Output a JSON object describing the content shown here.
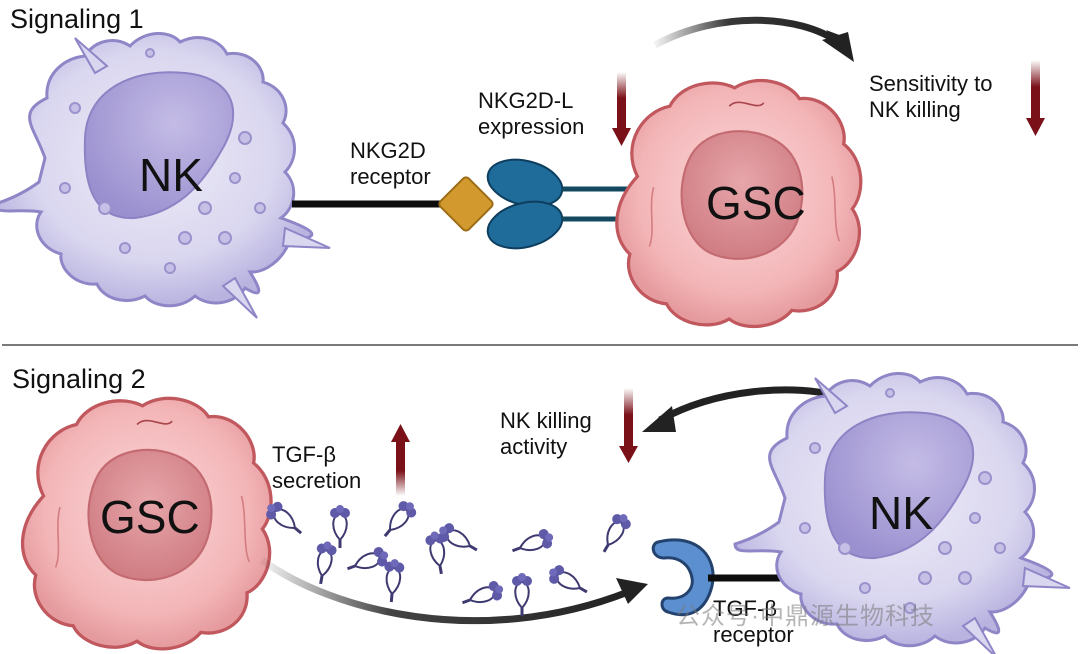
{
  "panels": [
    {
      "title": "Signaling 1",
      "cells": {
        "left": "NK",
        "right": "GSC"
      },
      "labels": {
        "receptor": "NKG2D receptor",
        "ligand": "NKG2D-L expression",
        "outcome": "Sensitivity to NK killing"
      },
      "trends": {
        "ligand": "down",
        "outcome": "down"
      }
    },
    {
      "title": "Signaling 2",
      "cells": {
        "left": "GSC",
        "right": "NK"
      },
      "labels": {
        "secretion": "TGF-β secretion",
        "activity": "NK killing activity",
        "receptor": "TGF-β receptor"
      },
      "trends": {
        "secretion": "up",
        "activity": "down"
      }
    }
  ],
  "text": {
    "p1_receptor_l1": "NKG2D",
    "p1_receptor_l2": "receptor",
    "p1_ligand_l1": "NKG2D-L",
    "p1_ligand_l2": "expression",
    "p1_outcome_l1": "Sensitivity to",
    "p1_outcome_l2": "NK killing",
    "p2_secretion_l1": "TGF-β",
    "p2_secretion_l2": "secretion",
    "p2_activity_l1": "NK killing",
    "p2_activity_l2": "activity",
    "p2_receptor_l1": "TGF-β",
    "p2_receptor_l2": "receptor"
  },
  "colors": {
    "nk_body": "#d9d6ef",
    "nk_outline": "#8e86c6",
    "nk_nucleus": "#a99fd6",
    "gsc_body": "#f3b9bb",
    "gsc_outline": "#c0585e",
    "gsc_nucleus": "#d98a8f",
    "ligand_blue": "#1f6b9a",
    "receptor_gold": "#d29a2e",
    "tgf_receptor_blue": "#5b8fd0",
    "tgf_molecule": "#5f5aa8",
    "trend_arrow": "#7a1118"
  },
  "watermark": "公众号·中鼎源生物科技"
}
